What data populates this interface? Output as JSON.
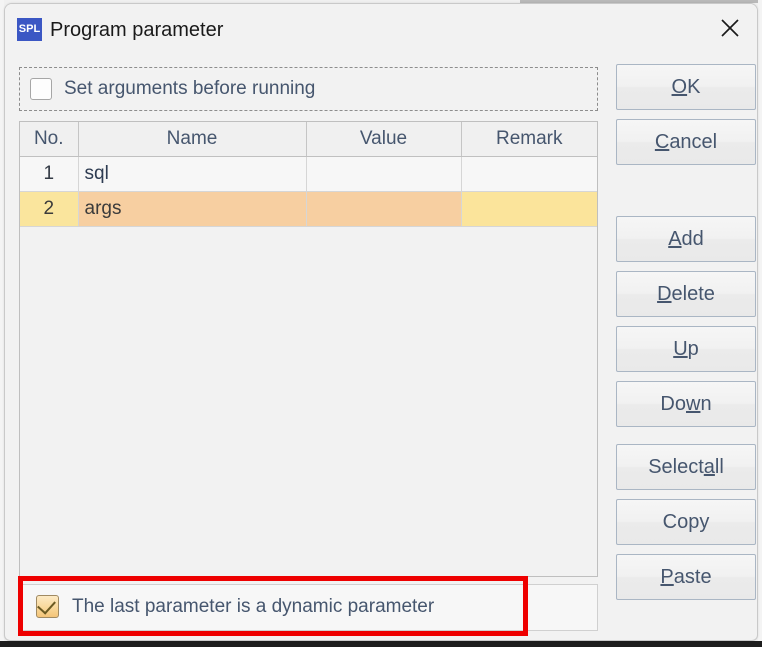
{
  "window": {
    "app_icon_text": "SPL",
    "title": "Program parameter",
    "close_icon": "close-icon"
  },
  "top_option": {
    "label": "Set arguments before running",
    "checked": false
  },
  "table": {
    "columns": [
      "No.",
      "Name",
      "Value",
      "Remark"
    ],
    "rows": [
      {
        "no": "1",
        "name": "sql",
        "value": "",
        "remark": "",
        "selected": false
      },
      {
        "no": "2",
        "name": "args",
        "value": "",
        "remark": "",
        "selected": true
      }
    ]
  },
  "bottom_option": {
    "label": "The last parameter is a dynamic parameter",
    "checked": true
  },
  "buttons": [
    {
      "pre": "",
      "mnemonic": "O",
      "post": "K",
      "name": "ok-button"
    },
    {
      "pre": "",
      "mnemonic": "C",
      "post": "ancel",
      "name": "cancel-button"
    },
    {
      "pre": "",
      "mnemonic": "A",
      "post": "dd",
      "name": "add-button"
    },
    {
      "pre": "",
      "mnemonic": "D",
      "post": "elete",
      "name": "delete-button"
    },
    {
      "pre": "",
      "mnemonic": "U",
      "post": "p",
      "name": "up-button"
    },
    {
      "pre": "Do",
      "mnemonic": "w",
      "post": "n",
      "name": "down-button"
    },
    {
      "pre": "Select ",
      "mnemonic": "a",
      "post": "ll",
      "name": "select-all-button"
    },
    {
      "pre": "Copy",
      "mnemonic": "",
      "post": "",
      "name": "copy-button"
    },
    {
      "pre": "",
      "mnemonic": "P",
      "post": "aste",
      "name": "paste-button"
    }
  ],
  "colors": {
    "accent_icon": "#3b57c4",
    "selected_row": "#f7cfa1",
    "selected_row_alt": "#fae59d",
    "annotation": "#ee0000",
    "text": "#46566e"
  }
}
